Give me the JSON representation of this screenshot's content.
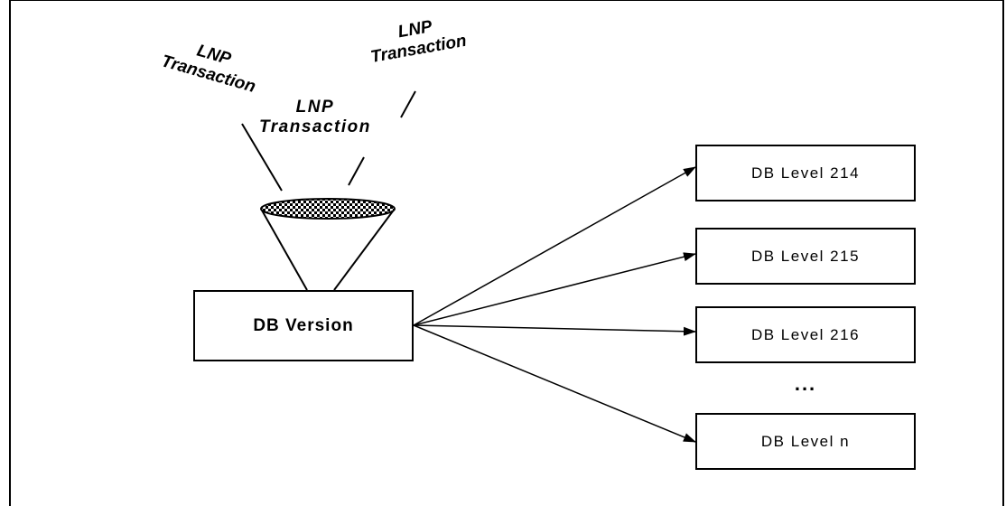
{
  "source_box": {
    "label": "DB Version"
  },
  "transactions": [
    {
      "line1": "LNP",
      "line2": "Transaction"
    },
    {
      "line1": "LNP",
      "line2": "Transaction"
    },
    {
      "line1": "LNP",
      "line2": "Transaction"
    }
  ],
  "levels": [
    {
      "label": "DB Level 214"
    },
    {
      "label": "DB Level 215"
    },
    {
      "label": "DB Level 216"
    },
    {
      "label": "DB Level n"
    }
  ],
  "ellipsis": "...",
  "colors": {
    "stroke": "#000000",
    "background": "#ffffff"
  }
}
